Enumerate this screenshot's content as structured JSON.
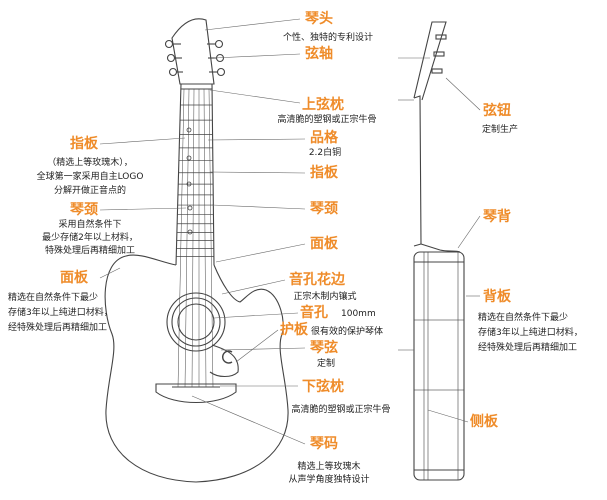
{
  "colors": {
    "accent": "#ef8c2a",
    "line": "#444444",
    "text": "#222222"
  },
  "labels": {
    "headstock": {
      "title": "琴头",
      "desc": "个性、独特的专利设计"
    },
    "tuners": {
      "title": "弦轴"
    },
    "nut": {
      "title": "上弦枕",
      "desc": "高清脆的塑钢或正宗牛骨"
    },
    "frets": {
      "title": "品格",
      "desc": "2.2白铜"
    },
    "fingerboard_center": {
      "title": "指板"
    },
    "neck_center": {
      "title": "琴颈"
    },
    "top_center": {
      "title": "面板"
    },
    "rosette": {
      "title": "音孔花边",
      "desc": "正宗木制内镶式"
    },
    "soundhole": {
      "title": "音孔",
      "desc": "100mm"
    },
    "pickguard": {
      "title": "护板",
      "desc": "很有效的保护琴体"
    },
    "strings": {
      "title": "琴弦",
      "desc": "定制"
    },
    "saddle": {
      "title": "下弦枕",
      "desc": "高清脆的塑钢或正宗牛骨"
    },
    "bridge": {
      "title": "琴码",
      "desc1": "精选上等玫瑰木",
      "desc2": "从声学角度独特设计"
    },
    "fingerboard_left": {
      "title": "指板",
      "desc1": "（精选上等玫瑰木），",
      "desc2": "全球第一家采用自主LOGO",
      "desc3": "分解开做正音点的"
    },
    "neck_left": {
      "title": "琴颈",
      "desc1": "采用自然条件下",
      "desc2": "最少存储2年以上材料，",
      "desc3": "特殊处理后再精细加工"
    },
    "top_left": {
      "title": "面板",
      "desc1": "精选在自然条件下最少",
      "desc2": "存储3年以上纯进口材料，",
      "desc3": "经特殊处理后再精细加工"
    },
    "tuner_button": {
      "title": "弦钮",
      "desc": "定制生产"
    },
    "heel": {
      "title": "琴背"
    },
    "back": {
      "title": "背板",
      "desc1": "精选在自然条件下最少",
      "desc2": "存储3年以上纯进口材料，",
      "desc3": "经特殊处理后再精细加工"
    },
    "side": {
      "title": "侧板"
    }
  }
}
